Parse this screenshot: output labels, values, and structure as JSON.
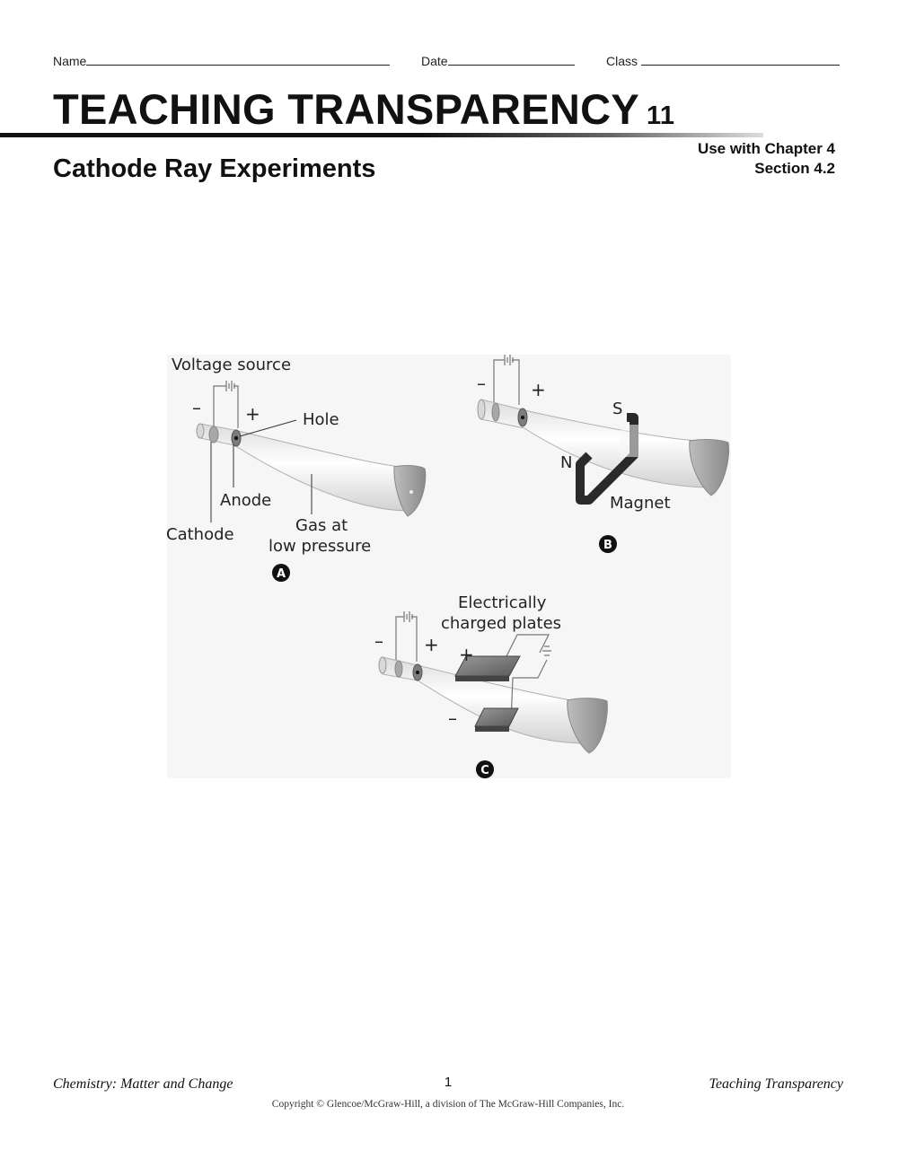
{
  "header": {
    "name_label": "Name",
    "date_label": "Date",
    "class_label": "Class",
    "title": "TEACHING TRANSPARENCY",
    "title_number": "11",
    "subtitle": "Cathode Ray Experiments",
    "use_with_line1": "Use with Chapter 4",
    "use_with_line2": "Section 4.2"
  },
  "figure": {
    "a": {
      "voltage_source": "Voltage source",
      "minus": "–",
      "plus": "+",
      "hole": "Hole",
      "anode": "Anode",
      "cathode": "Cathode",
      "gas_line1": "Gas at",
      "gas_line2": "low pressure",
      "badge": "A"
    },
    "b": {
      "minus": "–",
      "plus": "+",
      "s": "S",
      "n": "N",
      "magnet": "Magnet",
      "badge": "B"
    },
    "c": {
      "plates_line1": "Electrically",
      "plates_line2": "charged plates",
      "minus": "–",
      "plus": "+",
      "plate_plus": "+",
      "plate_minus": "–",
      "badge": "C"
    }
  },
  "footer": {
    "left": "Chemistry: Matter and Change",
    "page": "1",
    "right": "Teaching Transparency",
    "copyright": "Copyright © Glencoe/McGraw-Hill, a division of The McGraw-Hill Companies, Inc."
  }
}
